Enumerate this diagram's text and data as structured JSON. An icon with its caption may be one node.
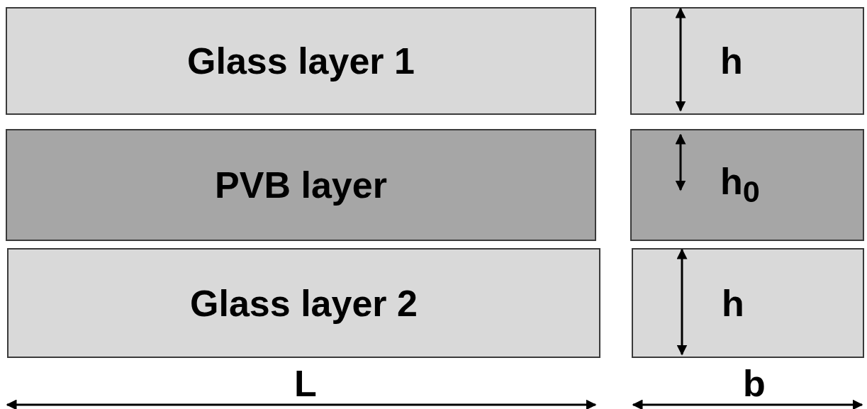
{
  "diagram": {
    "nodes": [
      {
        "text": [
          "Glass layer 1"
        ]
      },
      {
        "text": [
          "PVB layer"
        ]
      },
      {
        "text": [
          "Glass layer 2"
        ]
      },
      {
        "text": [
          "h"
        ]
      },
      {
        "text": [
          "h$_{0}$"
        ]
      },
      {
        "text": [
          "h"
        ]
      }
    ],
    "edges": [],
    "labels": [
      "L",
      "b"
    ]
  }
}
